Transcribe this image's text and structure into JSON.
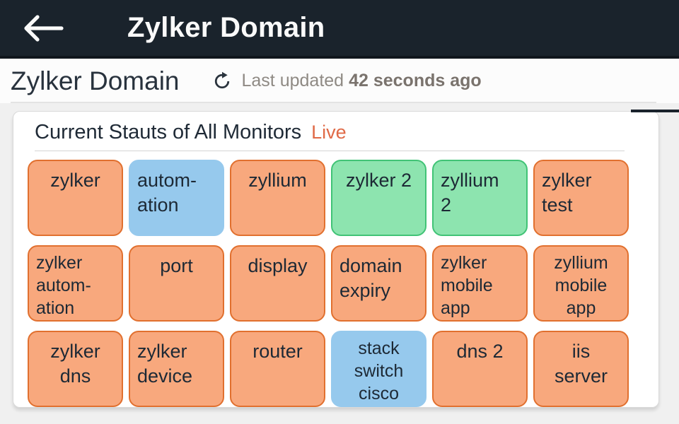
{
  "app_bar": {
    "title": "Zylker Domain"
  },
  "page_header": {
    "title": "Zylker Domain",
    "updated_prefix": "Last updated",
    "updated_value": "42 seconds ago"
  },
  "panel": {
    "title": "Current Stauts of All Monitors",
    "live": "Live"
  },
  "ui_colors": {
    "header_bg": "#1a232c",
    "live_accent": "#e06a47",
    "tile_text": "#1d2935"
  },
  "colors": {
    "orange": {
      "fill": "#f8a87d",
      "border": "#e1702f"
    },
    "blue": {
      "fill": "#96c9ed",
      "border": "#96c9ed"
    },
    "green": {
      "fill": "#8de4af",
      "border": "#41c376"
    }
  },
  "monitors": [
    {
      "label": "zylker",
      "lines": [
        "zylker"
      ],
      "color": "orange",
      "align": "center"
    },
    {
      "label": "automation",
      "lines": [
        "autom-",
        "ation"
      ],
      "color": "blue",
      "align": "left"
    },
    {
      "label": "zyllium",
      "lines": [
        "zyllium"
      ],
      "color": "orange",
      "align": "center"
    },
    {
      "label": "zylker 2",
      "lines": [
        "zylker 2"
      ],
      "color": "green",
      "align": "center"
    },
    {
      "label": "zyllium 2",
      "lines": [
        "zyllium",
        "2"
      ],
      "color": "green",
      "align": "left"
    },
    {
      "label": "zylker test",
      "lines": [
        "zylker",
        "test"
      ],
      "color": "orange",
      "align": "left"
    },
    {
      "label": "zylker automation",
      "lines": [
        "zylker",
        "autom-",
        "ation"
      ],
      "color": "orange",
      "align": "left"
    },
    {
      "label": "port",
      "lines": [
        "port"
      ],
      "color": "orange",
      "align": "center"
    },
    {
      "label": "display",
      "lines": [
        "display"
      ],
      "color": "orange",
      "align": "center"
    },
    {
      "label": "domain expiry",
      "lines": [
        "domain",
        "expiry"
      ],
      "color": "orange",
      "align": "left"
    },
    {
      "label": "zylker mobile app",
      "lines": [
        "zylker",
        "mobile",
        "app"
      ],
      "color": "orange",
      "align": "left"
    },
    {
      "label": "zyllium mobile app",
      "lines": [
        "zyllium",
        "mobile",
        "app"
      ],
      "color": "orange",
      "align": "center"
    },
    {
      "label": "zylker dns",
      "lines": [
        "zylker",
        "dns"
      ],
      "color": "orange",
      "align": "center"
    },
    {
      "label": "zylker device",
      "lines": [
        "zylker",
        "device"
      ],
      "color": "orange",
      "align": "left"
    },
    {
      "label": "router",
      "lines": [
        "router"
      ],
      "color": "orange",
      "align": "center"
    },
    {
      "label": "stack switch cisco",
      "lines": [
        "stack",
        "switch",
        "cisco"
      ],
      "color": "blue",
      "align": "center"
    },
    {
      "label": "dns 2",
      "lines": [
        "dns 2"
      ],
      "color": "orange",
      "align": "center"
    },
    {
      "label": "iis server",
      "lines": [
        "iis",
        "server"
      ],
      "color": "orange",
      "align": "center"
    }
  ]
}
